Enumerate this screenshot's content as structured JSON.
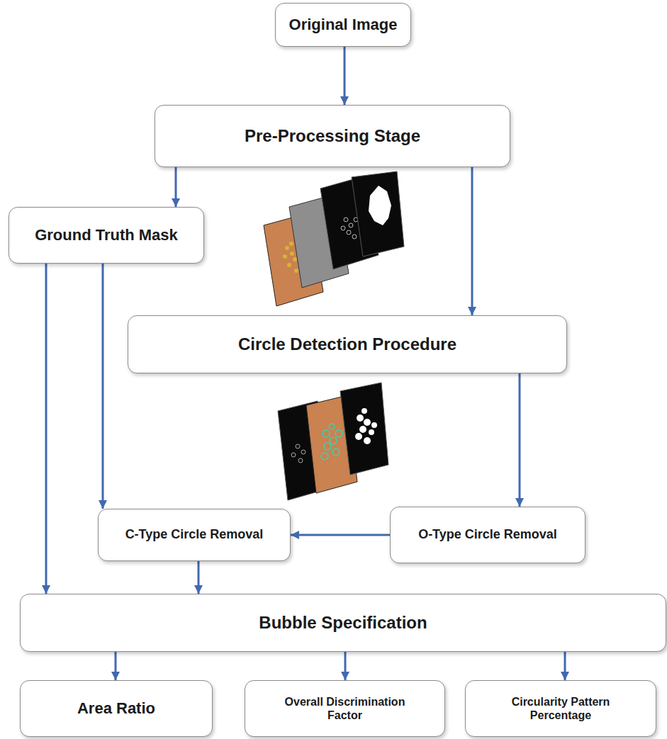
{
  "diagram": {
    "nodes": [
      {
        "text": [
          "Original Image"
        ]
      },
      {
        "text": [
          "Pre-Processing Stage"
        ]
      },
      {
        "text": [
          "Ground Truth Mask"
        ]
      },
      {
        "text": [
          "Circle Detection Procedure"
        ]
      },
      {
        "text": [
          "O-Type Circle Removal"
        ]
      },
      {
        "text": [
          "C-Type Circle Removal"
        ]
      },
      {
        "text": [
          "Bubble Specification"
        ]
      },
      {
        "text": [
          "Area Ratio"
        ]
      },
      {
        "text": [
          "Overall Discrimination Factor"
        ]
      },
      {
        "text": [
          "Circularity Pattern Percentage"
        ]
      }
    ],
    "edges": [
      {
        "from": 0,
        "to": 1,
        "arrow": "to"
      },
      {
        "from": 1,
        "to": 2,
        "arrow": "to"
      },
      {
        "from": 1,
        "to": 3,
        "arrow": "to"
      },
      {
        "from": 3,
        "to": 4,
        "arrow": "to"
      },
      {
        "from": 4,
        "to": 5,
        "arrow": "to"
      },
      {
        "from": 2,
        "to": 5,
        "arrow": "to"
      },
      {
        "from": 2,
        "to": 6,
        "arrow": "to"
      },
      {
        "from": 5,
        "to": 6,
        "arrow": "to"
      },
      {
        "from": 6,
        "to": 7,
        "arrow": "to"
      },
      {
        "from": 6,
        "to": 8,
        "arrow": "to"
      },
      {
        "from": 6,
        "to": 9,
        "arrow": "to"
      }
    ]
  }
}
